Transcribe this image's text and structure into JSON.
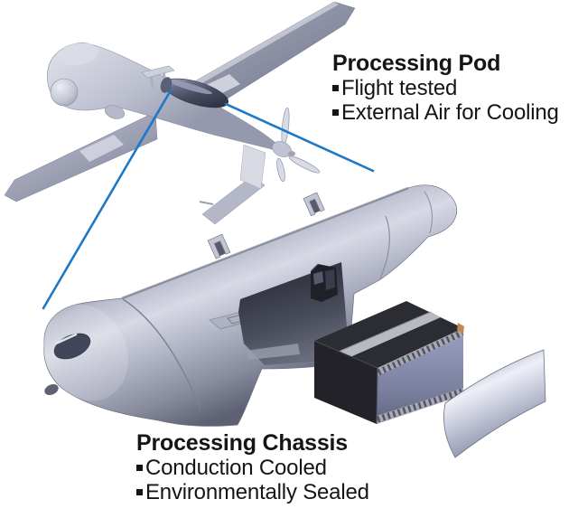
{
  "figure": {
    "type": "labeled-3d-diagram",
    "subject": "UAV processing pod and chassis",
    "background_color": "#ffffff",
    "callout_line_color": "#1e78c8",
    "text_color": "#151515",
    "illustrations": [
      "uav",
      "processing-pod",
      "processing-chassis",
      "pod-cover-panel"
    ]
  },
  "annotations": {
    "pod": {
      "title": "Processing Pod",
      "bullets": [
        "Flight tested",
        "External Air for Cooling"
      ]
    },
    "chassis": {
      "title": "Processing Chassis",
      "bullets": [
        "Conduction Cooled",
        "Environmentally Sealed"
      ]
    }
  }
}
